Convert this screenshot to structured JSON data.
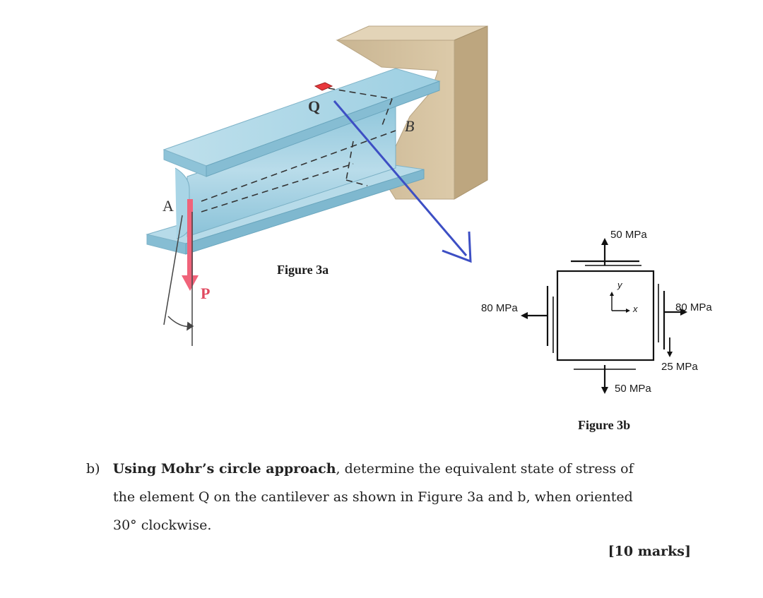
{
  "figure3a": {
    "caption": "Figure 3a",
    "label_a": "A",
    "label_b": "B",
    "label_q": "Q",
    "label_p": "P"
  },
  "figure3b": {
    "caption": "Figure 3b",
    "top_stress": "50 MPa",
    "bottom_stress": "50 MPa",
    "left_stress": "80 MPa",
    "right_stress": "80 MPa",
    "shear_stress": "25 MPa",
    "axis_x": "x",
    "axis_y": "y"
  },
  "question": {
    "number": "b)",
    "bold_phrase": "Using Mohr’s circle approach",
    "line1_rest": ", determine the equivalent state of stress of",
    "line2": "the element Q on the cantilever as shown in Figure 3a and b, when oriented",
    "line3": "30° clockwise.",
    "marks": "[10 marks]"
  },
  "colors": {
    "beam": "#a7d3e4",
    "beam_light": "#cfe8f2",
    "wall": "#d2bf9f",
    "load_arrow": "#f0637a",
    "pointer_arrow": "#3d4fc4",
    "element_q": "#e8383d"
  }
}
